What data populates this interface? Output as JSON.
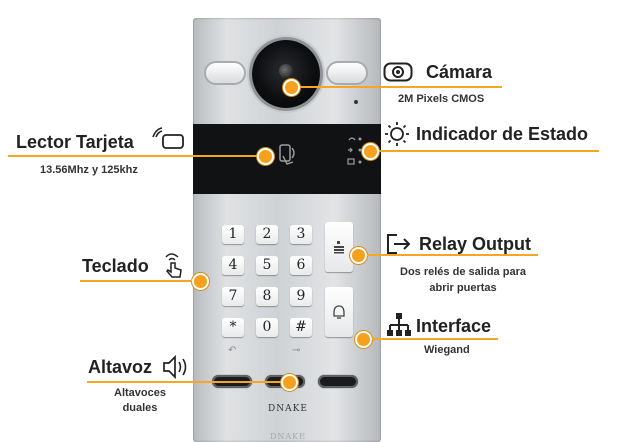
{
  "labels": {
    "camara": {
      "title": "Cámara",
      "subtitle": "2M Pixels CMOS",
      "icon": "camera-icon"
    },
    "lector": {
      "title": "Lector Tarjeta",
      "subtitle": "13.56Mhz y 125khz",
      "icon": "card-reader-icon"
    },
    "indicador": {
      "title": "Indicador de Estado",
      "icon": "sun-icon"
    },
    "relay": {
      "title": "Relay Output",
      "subtitle_line1": "Dos relés de salida para",
      "subtitle_line2": "abrir puertas",
      "icon": "exit-arrow-icon"
    },
    "teclado": {
      "title": "Teclado",
      "icon": "touch-hand-icon"
    },
    "interface": {
      "title": "Interface",
      "subtitle": "Wiegand",
      "icon": "network-tree-icon"
    },
    "altavoz": {
      "title": "Altavoz",
      "subtitle_line1": "Altavoces",
      "subtitle_line2": "duales",
      "icon": "speaker-icon"
    }
  },
  "keypad": {
    "keys": [
      "1",
      "2",
      "3",
      "4",
      "5",
      "6",
      "7",
      "8",
      "9",
      "*",
      "0",
      "#"
    ]
  },
  "device": {
    "brand": "DNAKE",
    "bottom_brand": "DNAKE"
  },
  "colors": {
    "accent": "#f5a623",
    "dot": "#f5a11d",
    "panel": "#cfd2d5",
    "black_band": "#111214"
  }
}
